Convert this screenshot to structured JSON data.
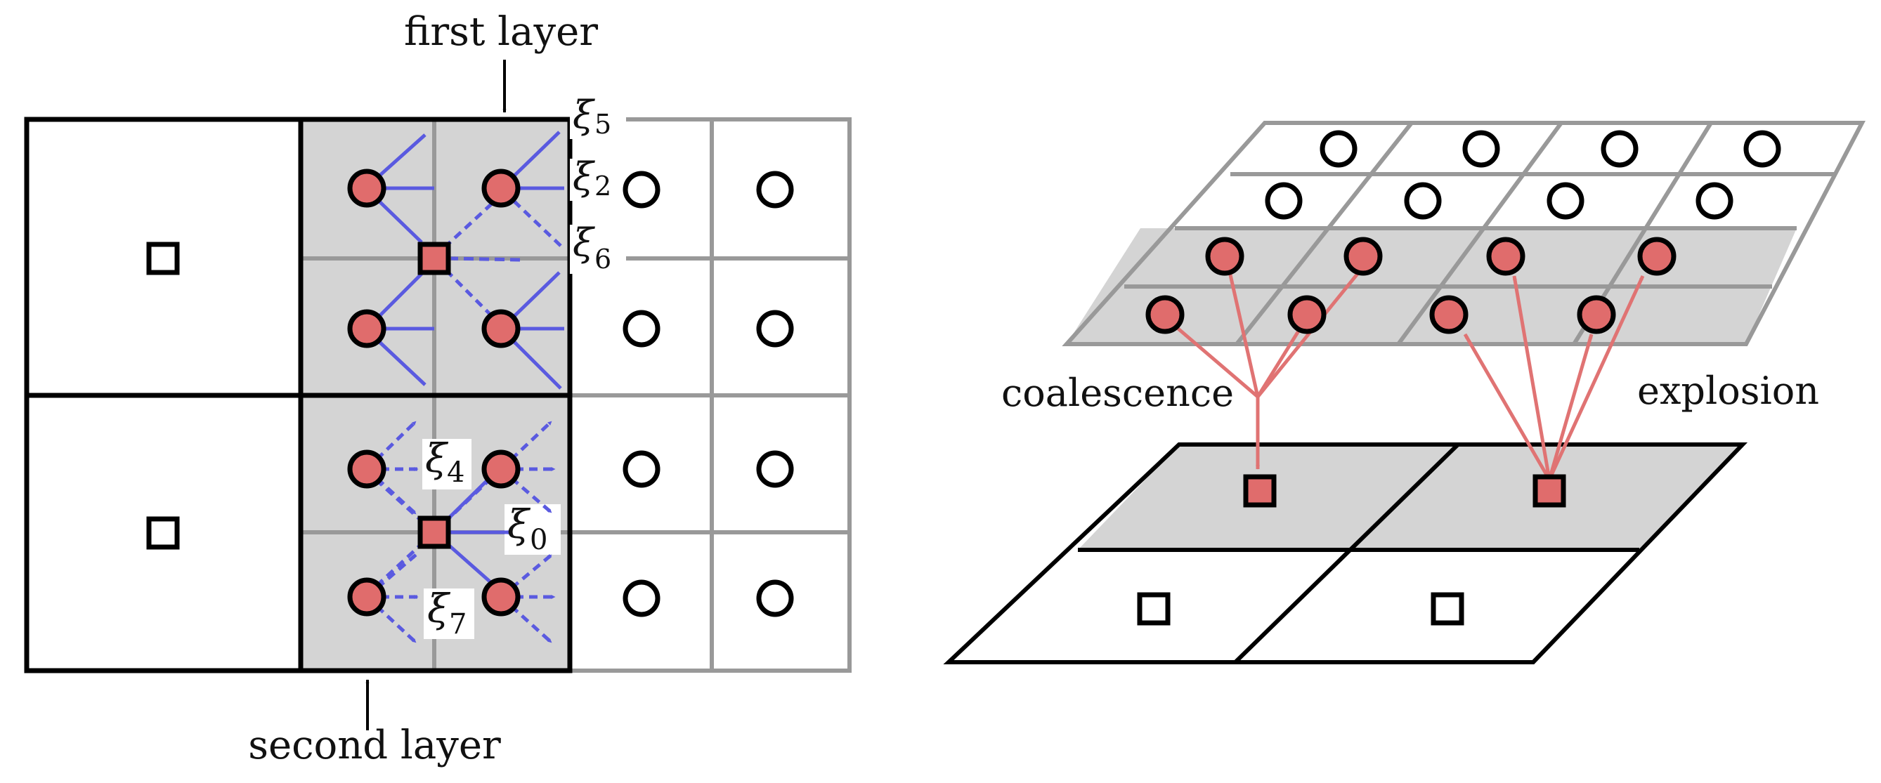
{
  "left_panel": {
    "top_label": "first layer",
    "bottom_label": "second layer",
    "xi_labels": [
      {
        "symbol": "ξ",
        "sub": "5"
      },
      {
        "symbol": "ξ",
        "sub": "2"
      },
      {
        "symbol": "ξ",
        "sub": "6"
      },
      {
        "symbol": "ξ",
        "sub": "4"
      },
      {
        "symbol": "ξ",
        "sub": "0"
      },
      {
        "symbol": "ξ",
        "sub": "7"
      }
    ]
  },
  "right_panel": {
    "coalescence_label": "coalescence",
    "explosion_label": "explosion"
  },
  "colors": {
    "fine_grid": "#999999",
    "coarse_grid": "#000000",
    "shaded_fill": "#d4d4d4",
    "node_fill": "#e06c6c",
    "arrow_blue": "#5a5ae0",
    "arrow_red": "#e07373"
  }
}
